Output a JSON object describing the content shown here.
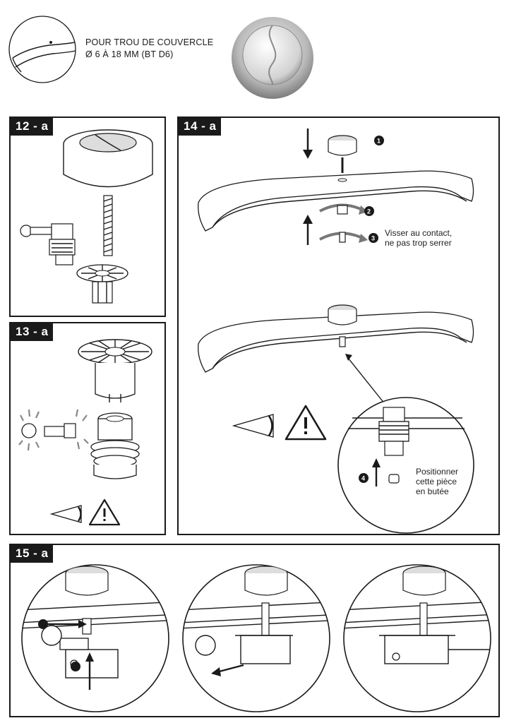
{
  "header": {
    "line1": "POUR TROU DE COUVERCLE",
    "line2": "Ø 6 À 18 MM (BT D6)"
  },
  "panels": {
    "p12": {
      "label": "12 - a"
    },
    "p13": {
      "label": "13 - a"
    },
    "p14": {
      "label": "14 - a"
    },
    "p15": {
      "label": "15 - a"
    }
  },
  "steps": {
    "s1": "1",
    "s2": "2",
    "s3": "3",
    "s4": "4"
  },
  "notes": {
    "visser_line1": "Visser au contact,",
    "visser_line2": "ne pas trop serrer",
    "position_line1": "Positionner",
    "position_line2": "cette pièce",
    "position_line3": "en butée"
  },
  "icons": [
    "lid-hole-icon",
    "dual-flush-button-icon",
    "eye-icon",
    "warning-icon",
    "arrow-down-icon",
    "arrow-up-icon",
    "rotate-arrow-icon"
  ],
  "colors": {
    "ink": "#1a1a1a",
    "paper": "#ffffff",
    "chrome": "#c8c8c8"
  }
}
